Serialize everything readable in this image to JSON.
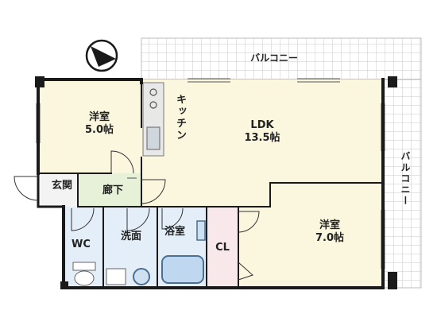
{
  "compass": {
    "icon": "north-arrow-icon"
  },
  "balcony_top": {
    "label": "バルコニー"
  },
  "balcony_right": {
    "label": "バルコニー"
  },
  "rooms": {
    "western_small": {
      "name": "洋室",
      "size": "5.0帖"
    },
    "kitchen": {
      "name": "キッチン"
    },
    "ldk": {
      "name": "LDK",
      "size": "13.5帖"
    },
    "entrance": {
      "name": "玄関"
    },
    "hallway": {
      "name": "廊下"
    },
    "wc": {
      "name": "WC"
    },
    "washroom": {
      "name": "洗面"
    },
    "bathroom": {
      "name": "浴室"
    },
    "closet": {
      "name": "CL"
    },
    "western_large": {
      "name": "洋室",
      "size": "7.0帖"
    }
  },
  "colors": {
    "room_fill": "#fbf6de",
    "bath_fill": "#e3eef8",
    "closet_fill": "#f8e8ea",
    "balcony_fill": "#f3f3f3",
    "balcony_grid": "#c9c9c9",
    "wall": "#1a1a1a",
    "hall_fill": "#e6f1d8"
  }
}
